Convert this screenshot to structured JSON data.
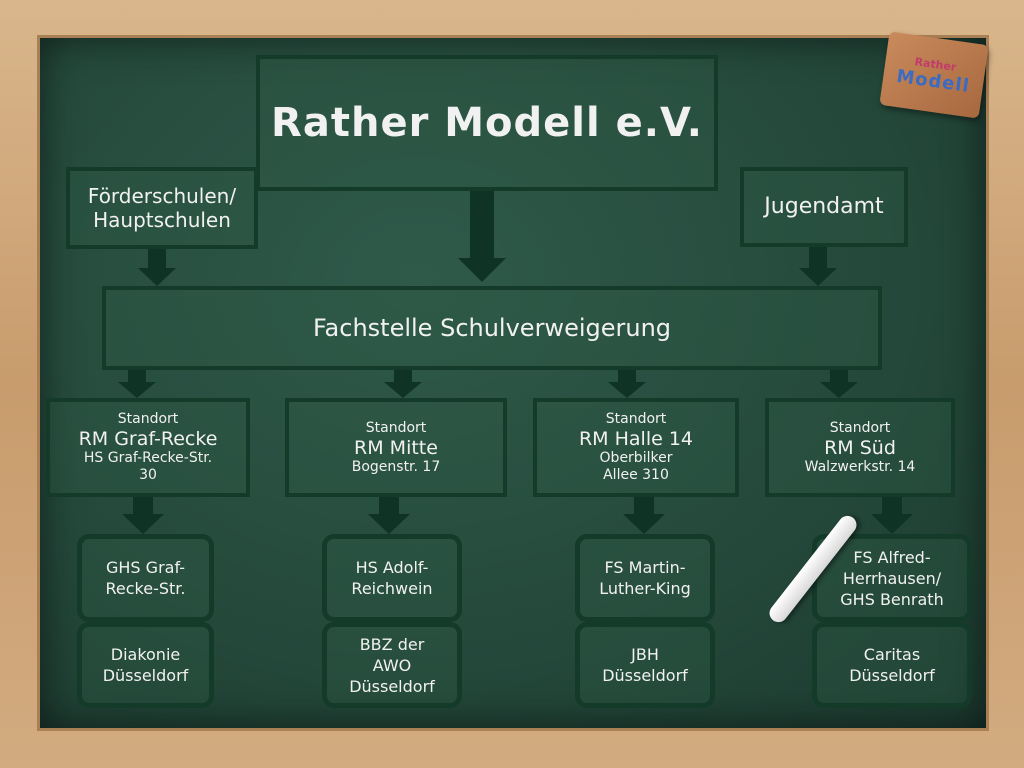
{
  "top": {
    "title": "Rather Modell e.V."
  },
  "left_top": {
    "line1": "Förderschulen/",
    "line2": "Hauptschulen"
  },
  "right_top": {
    "label": "Jugendamt"
  },
  "fachstelle": {
    "label": "Fachstelle Schulverweigerung"
  },
  "logo": {
    "line1": "Rather",
    "line2": "Modell"
  },
  "locations": [
    {
      "prefix": "Standort",
      "name": "RM Graf-Recke",
      "address": "HS Graf-Recke-Str.\n30"
    },
    {
      "prefix": "Standort",
      "name": "RM Mitte",
      "address": "Bogenstr. 17"
    },
    {
      "prefix": "Standort",
      "name": "RM Halle 14",
      "address": "Oberbilker\nAllee 310"
    },
    {
      "prefix": "Standort",
      "name": "RM Süd",
      "address": "Walzwerkstr. 14"
    }
  ],
  "schools": [
    "GHS Graf-\nRecke-Str.",
    "HS Adolf-\nReichwein",
    "FS Martin-\nLuther-King",
    "FS Alfred-\nHerrhausen/\nGHS Benrath"
  ],
  "partners": [
    "Diakonie\nDüsseldorf",
    "BBZ der\nAWO\nDüsseldorf",
    "JBH\nDüsseldorf",
    "Caritas\nDüsseldorf"
  ],
  "colors": {
    "board": "#2f5a4a",
    "border": "#143a2a",
    "frame": "#c9a37a",
    "text": "#f1f1f1"
  }
}
